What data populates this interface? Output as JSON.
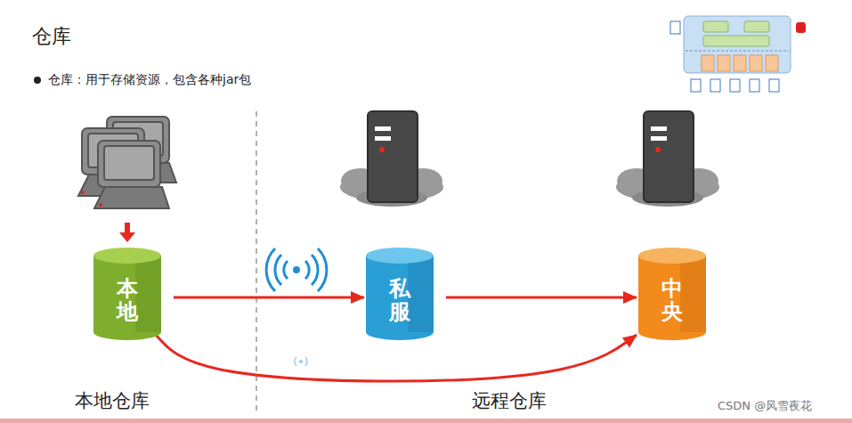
{
  "diagram": {
    "title": "仓库",
    "nodes": [
      {
        "text": [
          "本地"
        ]
      },
      {
        "text": [
          "私服"
        ]
      },
      {
        "text": [
          "中央"
        ]
      }
    ],
    "edges": [
      {
        "from": 0,
        "to": 1,
        "arrow": "to"
      },
      {
        "from": 1,
        "to": 2,
        "arrow": "to"
      },
      {
        "from": 0,
        "to": 2,
        "arrow": "to"
      }
    ],
    "labels": [
      "仓库：用于存储资源，包含各种jar包",
      "本地仓库",
      "远程仓库",
      "CSDN @风雪夜花"
    ]
  }
}
